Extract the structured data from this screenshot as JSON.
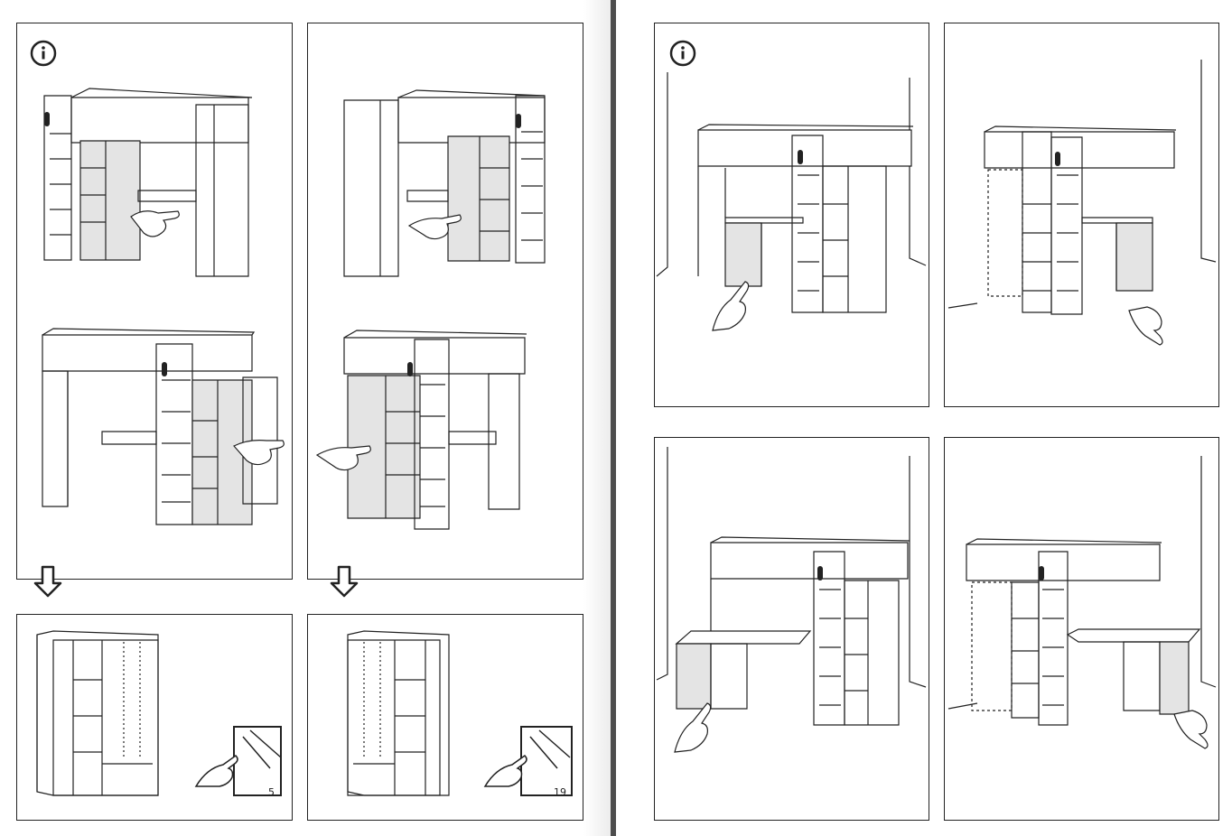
{
  "document": {
    "type": "assembly-instructions",
    "left_page": {
      "panels": [
        {
          "id": "step-a",
          "icon": "info-icon"
        },
        {
          "id": "step-b"
        },
        {
          "id": "result-a",
          "page_reference": "5",
          "reference_icon": "turn-page-icon"
        },
        {
          "id": "result-b",
          "page_reference": "19",
          "reference_icon": "turn-page-icon"
        }
      ],
      "arrows": [
        "arrow-down-icon",
        "arrow-down-icon"
      ]
    },
    "right_page": {
      "panels": [
        {
          "id": "desk-left",
          "icon": "info-icon"
        },
        {
          "id": "desk-right"
        },
        {
          "id": "corner-desk-left"
        },
        {
          "id": "corner-desk-right"
        }
      ]
    }
  },
  "colors": {
    "line": "#222222",
    "shade": "#d9d9d9",
    "gutter": "#4d4d4d"
  }
}
